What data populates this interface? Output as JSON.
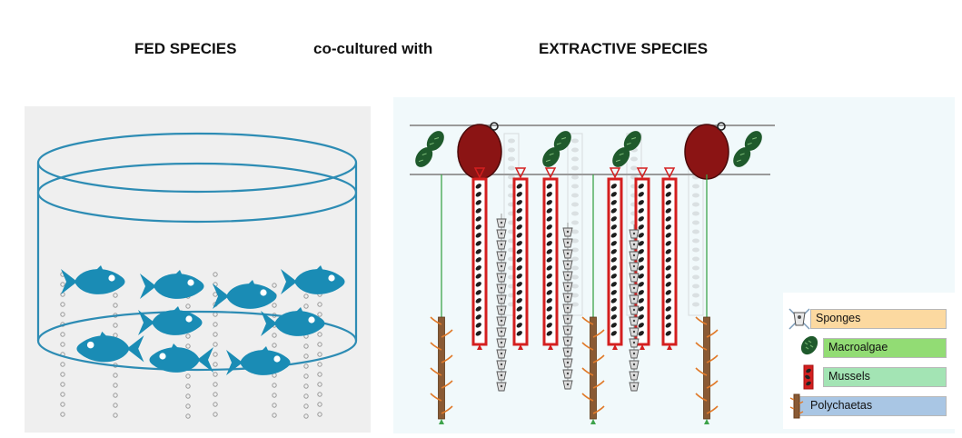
{
  "headings": {
    "fed": "FED SPECIES",
    "connector": "co-cultured with",
    "extractive": "EXTRACTIVE SPECIES"
  },
  "legend": [
    {
      "label": "Sponges",
      "icon": "sponge-icon",
      "color": "#fcd9a0"
    },
    {
      "label": "Macroalgae",
      "icon": "macroalgae-icon",
      "color": "#92dc74"
    },
    {
      "label": "Mussels",
      "icon": "mussels-icon",
      "color": "#a3e4b4"
    },
    {
      "label": "Polychaetas",
      "icon": "polychaeta-icon",
      "color": "#a9c6e4"
    }
  ],
  "colors": {
    "fish": "#1a8cb5",
    "net": "#2d8cb4",
    "buoy": "#8b1414",
    "algae": "#1f5a2c",
    "mussel_sock": "#d41f1f",
    "line": "#9a9a9a"
  }
}
